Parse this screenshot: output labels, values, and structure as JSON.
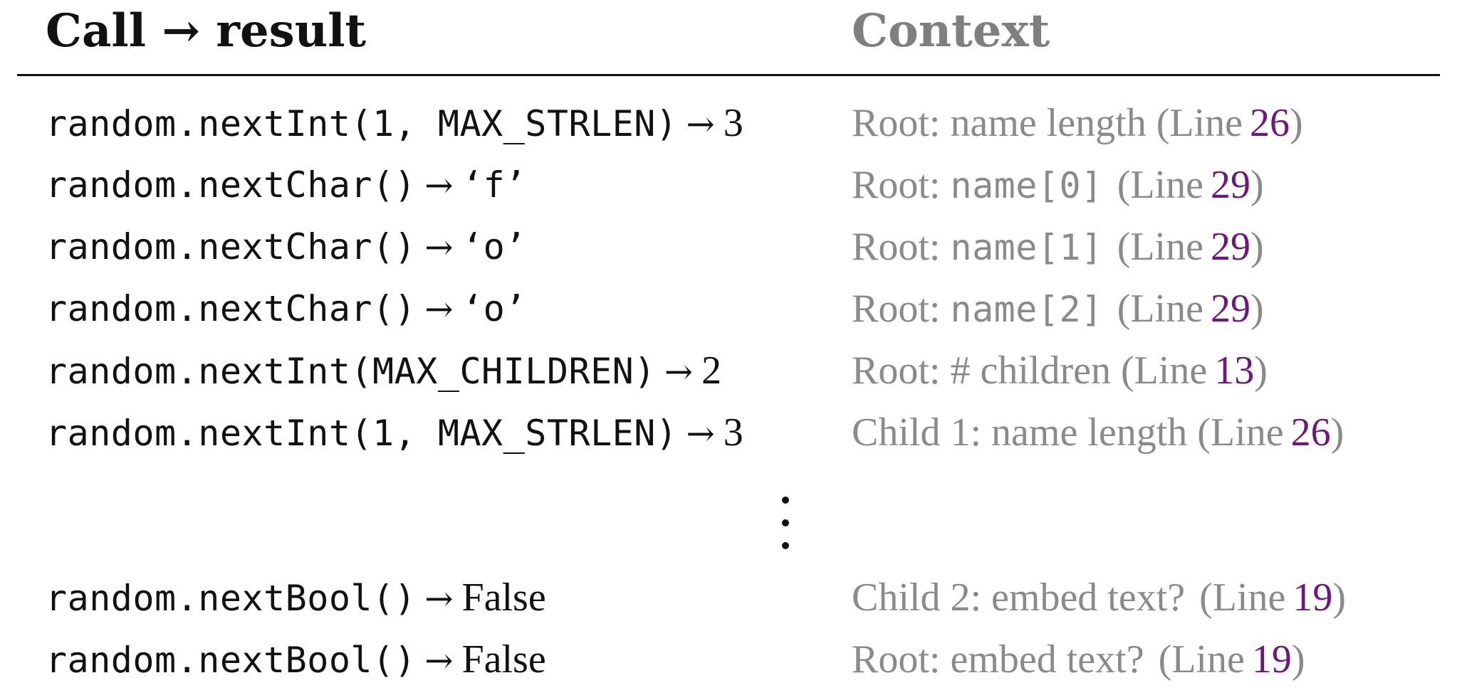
{
  "header": {
    "call_label": "Call → result",
    "context_label": "Context"
  },
  "rows": [
    {
      "call": "random.nextInt(1, MAX_STRLEN)",
      "arrow": "→",
      "result": "3",
      "result_style": "serif",
      "ctx_prefix": "Root: name length",
      "ctx_code": "",
      "ctx_suffix": "",
      "line_open": "(Line",
      "line_num": "26",
      "line_close": ")"
    },
    {
      "call": "random.nextChar()",
      "arrow": "→",
      "result": "‘f’",
      "result_style": "mono",
      "ctx_prefix": "Root:",
      "ctx_code": "name[0]",
      "ctx_suffix": "",
      "line_open": "(Line",
      "line_num": "29",
      "line_close": ")"
    },
    {
      "call": "random.nextChar()",
      "arrow": "→",
      "result": "‘o’",
      "result_style": "mono",
      "ctx_prefix": "Root:",
      "ctx_code": "name[1]",
      "ctx_suffix": "",
      "line_open": "(Line",
      "line_num": "29",
      "line_close": ")"
    },
    {
      "call": "random.nextChar()",
      "arrow": "→",
      "result": "‘o’",
      "result_style": "mono",
      "ctx_prefix": "Root:",
      "ctx_code": "name[2]",
      "ctx_suffix": "",
      "line_open": "(Line",
      "line_num": "29",
      "line_close": ")"
    },
    {
      "call": "random.nextInt(MAX_CHILDREN)",
      "arrow": "→",
      "result": "2",
      "result_style": "serif",
      "ctx_prefix": "Root: # children",
      "ctx_code": "",
      "ctx_suffix": "",
      "line_open": "(Line",
      "line_num": "13",
      "line_close": ")"
    },
    {
      "call": "random.nextInt(1, MAX_STRLEN)",
      "arrow": "→",
      "result": "3",
      "result_style": "serif",
      "ctx_prefix": "Child 1: name length",
      "ctx_code": "",
      "ctx_suffix": "",
      "line_open": "(Line",
      "line_num": "26",
      "line_close": ")"
    },
    {
      "call": "random.nextBool()",
      "arrow": "→",
      "result": "False",
      "result_style": "serif",
      "ctx_prefix": "Child 2: embed text?",
      "ctx_code": "",
      "ctx_suffix": "",
      "line_open": "(Line",
      "line_num": "19",
      "line_close": ")"
    },
    {
      "call": "random.nextBool()",
      "arrow": "→",
      "result": "False",
      "result_style": "serif",
      "ctx_prefix": "Root: embed text?",
      "ctx_code": "",
      "ctx_suffix": "",
      "line_open": "(Line",
      "line_num": "19",
      "line_close": ")"
    }
  ],
  "colors": {
    "text": "#111111",
    "context_text": "#8a8a8a",
    "line_number": "#6a1b7a"
  }
}
